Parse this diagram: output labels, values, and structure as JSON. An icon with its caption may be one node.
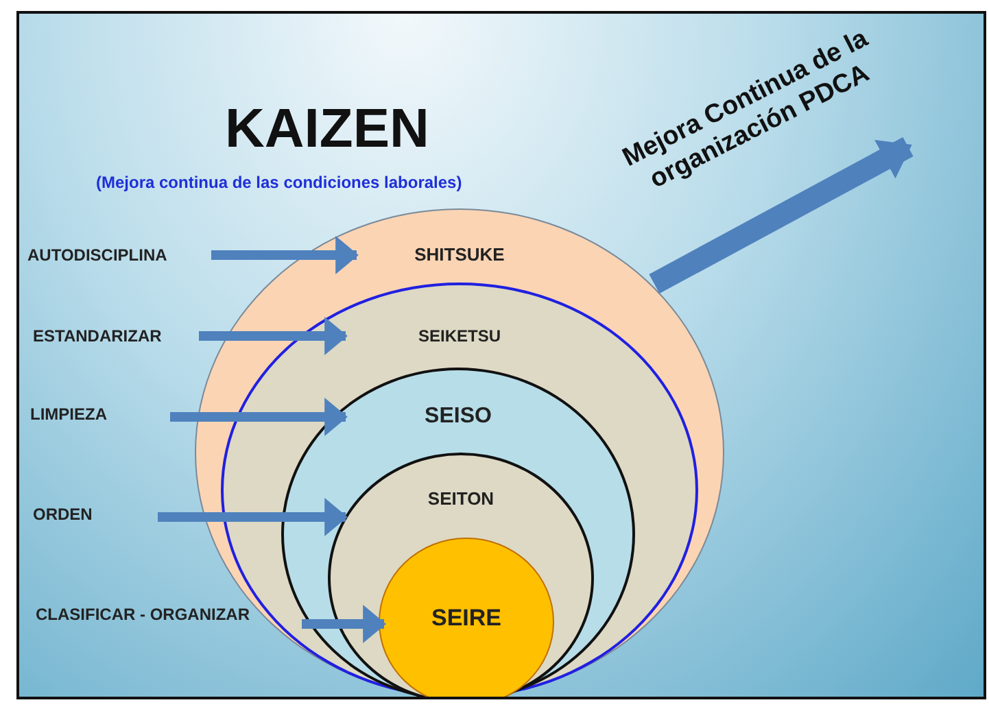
{
  "diagram": {
    "title": "KAIZEN",
    "nodes": [
      {
        "text": [
          "SHITSUKE"
        ]
      },
      {
        "text": [
          "SEIKETSU"
        ],
        "in": 0
      },
      {
        "text": [
          "SEISO"
        ],
        "in": 1
      },
      {
        "text": [
          "SEITON"
        ],
        "in": 2
      },
      {
        "text": [
          "SEIRE"
        ],
        "in": 3
      },
      {
        "text": [
          "AUTODISCIPLINA"
        ]
      },
      {
        "text": [
          "ESTANDARIZAR"
        ]
      },
      {
        "text": [
          "LIMPIEZA"
        ]
      },
      {
        "text": [
          "ORDEN"
        ]
      },
      {
        "text": [
          "CLASIFICAR - ORGANIZAR"
        ]
      }
    ],
    "edges": [
      {
        "from": 5,
        "to": 0,
        "arrow": "to"
      },
      {
        "from": 6,
        "to": 1,
        "arrow": "to"
      },
      {
        "from": 7,
        "to": 2,
        "arrow": "to"
      },
      {
        "from": 8,
        "to": 3,
        "arrow": "to"
      },
      {
        "from": 9,
        "to": 4,
        "arrow": "to"
      },
      {
        "from": 0,
        "to": null,
        "arrow": "to",
        "style": "thick",
        "label": "Mejora Continua de la organización PDCA"
      }
    ],
    "labels": [
      "(Mejora continua de las condiciones laborales)"
    ]
  }
}
